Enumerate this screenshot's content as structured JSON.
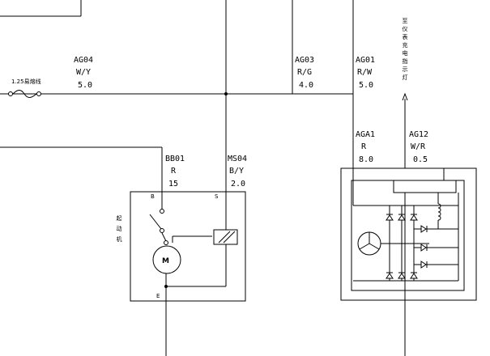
{
  "wires": {
    "ag04": {
      "code": "AG04",
      "color": "W/Y",
      "gauge": "5.0"
    },
    "ag03": {
      "code": "AG03",
      "color": "R/G",
      "gauge": "4.0"
    },
    "ag01": {
      "code": "AG01",
      "color": "R/W",
      "gauge": "5.0"
    },
    "aga1": {
      "code": "AGA1",
      "color": "R",
      "gauge": "8.0"
    },
    "ag12": {
      "code": "AG12",
      "color": "W/R",
      "gauge": "0.5"
    },
    "bb01": {
      "code": "BB01",
      "color": "R",
      "gauge": "15"
    },
    "ms04": {
      "code": "MS04",
      "color": "B/Y",
      "gauge": "2.0"
    }
  },
  "fuse": {
    "label": "1.25易熔线"
  },
  "indicator": {
    "label": "至仪表充电指示灯"
  },
  "starter": {
    "label": "起动机",
    "terminal_b": "B",
    "terminal_s": "S",
    "terminal_e": "E",
    "motor": "M"
  }
}
